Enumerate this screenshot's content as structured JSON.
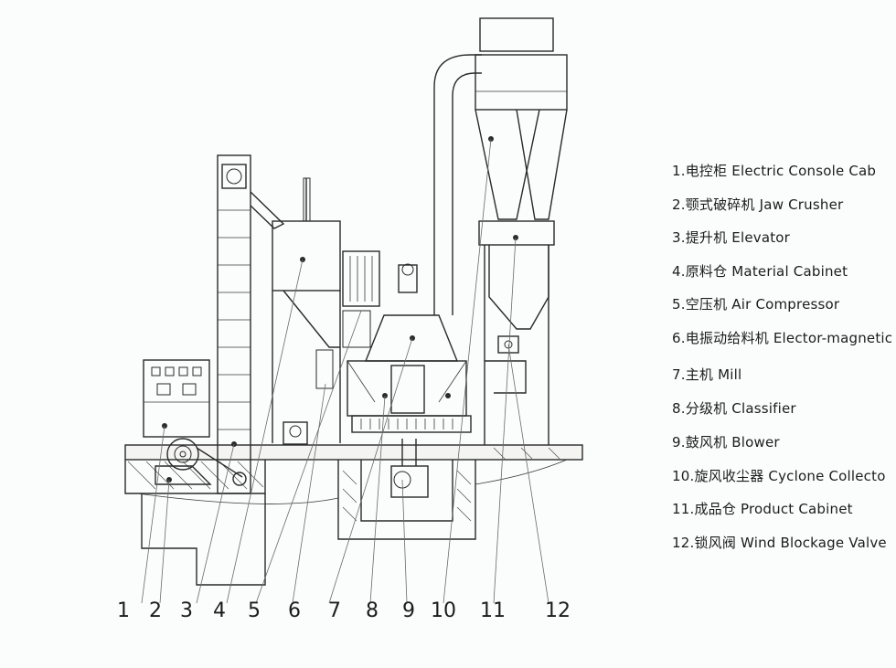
{
  "legend": [
    {
      "text": "1.电控柜 Electric Console Cab"
    },
    {
      "text": "2.颚式破碎机 Jaw Crusher"
    },
    {
      "text": "3.提升机 Elevator"
    },
    {
      "text": "4.原料仓  Material Cabinet"
    },
    {
      "text": "5.空压机 Air Compressor"
    },
    {
      "text": "6.电振动给料机 Elector-magnetic"
    },
    {
      "text": "7.主机 Mill"
    },
    {
      "text": "8.分级机 Classifier"
    },
    {
      "text": "9.鼓风机 Blower"
    },
    {
      "text": "10.旋风收尘器 Cyclone Collecto"
    },
    {
      "text": "11.成品仓 Product Cabinet"
    },
    {
      "text": "12.锁风阀 Wind Blockage Valve"
    }
  ],
  "numbers": [
    "1",
    "2",
    "3",
    "4",
    "5",
    "6",
    "7",
    "8",
    "9",
    "10",
    "11",
    "12"
  ],
  "colors": {
    "line": "#2a2a2a",
    "background": "#fbfcfc",
    "text": "#1c1c1c"
  }
}
